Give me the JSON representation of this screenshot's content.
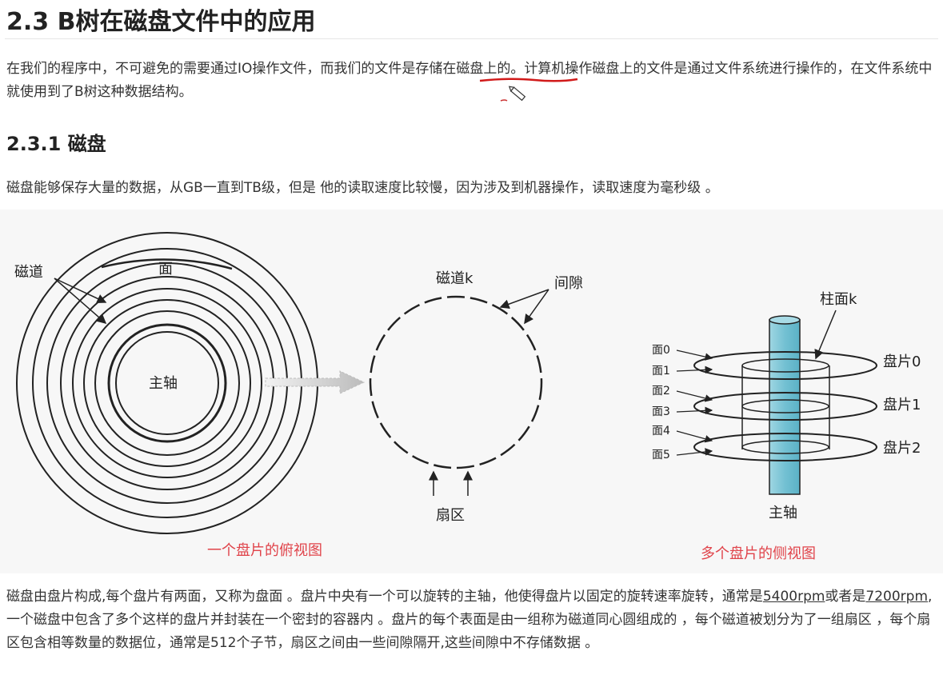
{
  "heading": "2.3 B树在磁盘文件中的应用",
  "watermark": "",
  "paragraph1": {
    "before": "在我们的程序中，不可避免的需要通过IO操作文件，而我们的文件是",
    "highlight": "存储在磁盘上",
    "after": "的。计算机操作磁盘上的文件是通过文件系统进行操作的，在文件系统中就使用到了B树这种数据结构。"
  },
  "subheading": "2.3.1 磁盘",
  "paragraph2": "磁盘能够保存大量的数据，从GB一直到TB级，但是 他的读取速度比较慢，因为涉及到机器操作，读取速度为毫秒级 。",
  "figure": {
    "top_view": {
      "label_track": "磁道",
      "label_surface": "面",
      "label_spindle": "主轴",
      "caption": "一个盘片的俯视图"
    },
    "track_view": {
      "label_track_k": "磁道k",
      "label_gap": "间隙",
      "label_sector": "扇区"
    },
    "side_view": {
      "label_cylinder": "柱面k",
      "surfaces": [
        "面0",
        "面1",
        "面2",
        "面3",
        "面4",
        "面5"
      ],
      "platters": [
        "盘片0",
        "盘片1",
        "盘片2"
      ],
      "label_spindle": "主轴",
      "caption": "多个盘片的侧视图"
    }
  },
  "paragraph3": {
    "t1": "磁盘由盘片构成,每个盘片有两面，又称为盘面 。盘片中央有一个可以旋转的主轴，他使得盘片以固定的旋转速率旋转，通常是",
    "rpm1": "5400rpm",
    "t2": "或者是",
    "rpm2": "7200rpm",
    "t3": ",一个磁盘中包含了多个这样的盘片并封装在一个密封的容器内 。盘片的每个表面是由一组称为磁道同心圆组成的 ，每个磁道被划分为了一组扇区 ，每个扇区包含相等数量的数据位，通常是512个子节，扇区之间由一些间隙隔开,这些间隙中不存储数据 。"
  },
  "colors": {
    "caption_red": "#e0434a",
    "spindle_blue": "#7fc8d8",
    "underline_red": "#d11a1a"
  }
}
